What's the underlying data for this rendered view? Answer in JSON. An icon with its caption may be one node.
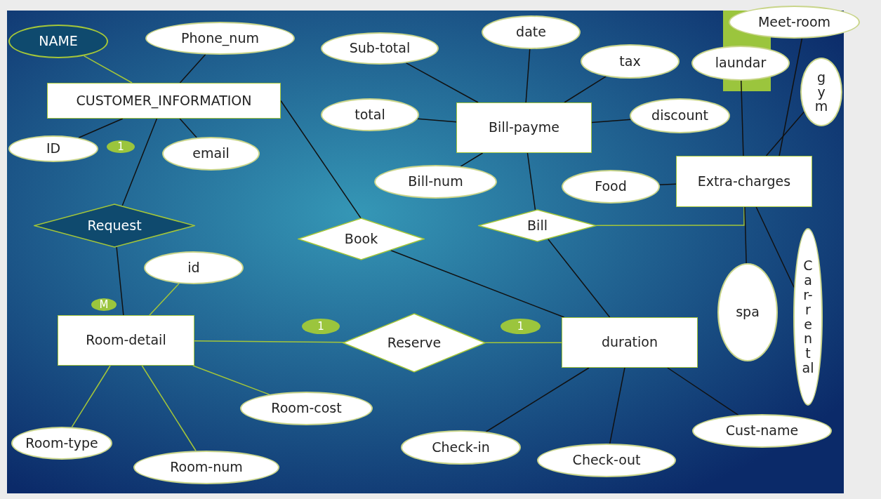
{
  "diagram": {
    "nodes": [
      {
        "text": [
          "NAME"
        ]
      },
      {
        "text": [
          "Phone_num"
        ]
      },
      {
        "text": [
          "CUSTOMER_INFORMATION"
        ]
      },
      {
        "text": [
          "ID"
        ]
      },
      {
        "text": [
          "email"
        ]
      },
      {
        "text": [
          "Sub-total"
        ]
      },
      {
        "text": [
          "date"
        ]
      },
      {
        "text": [
          "tax"
        ]
      },
      {
        "text": [
          "total"
        ]
      },
      {
        "text": [
          "Bill-payme"
        ]
      },
      {
        "text": [
          "discount"
        ]
      },
      {
        "text": [
          "Bill-num"
        ]
      },
      {
        "text": [
          "Food"
        ]
      },
      {
        "text": [
          "Extra-charges"
        ]
      },
      {
        "text": [
          "laundar"
        ]
      },
      {
        "text": [
          "Meet-room"
        ]
      },
      {
        "text": [
          "gym"
        ]
      },
      {
        "text": [
          "Request"
        ]
      },
      {
        "text": [
          "Book"
        ]
      },
      {
        "text": [
          "Bill"
        ]
      },
      {
        "text": [
          "spa"
        ]
      },
      {
        "text": [
          "Car-rental"
        ]
      },
      {
        "text": [
          "id"
        ]
      },
      {
        "text": [
          "Room-detail"
        ]
      },
      {
        "text": [
          "Reserve"
        ]
      },
      {
        "text": [
          "duration"
        ]
      },
      {
        "text": [
          "Room-cost"
        ]
      },
      {
        "text": [
          "Room-type"
        ]
      },
      {
        "text": [
          "Room-num"
        ]
      },
      {
        "text": [
          "Check-in"
        ]
      },
      {
        "text": [
          "Check-out"
        ]
      },
      {
        "text": [
          "Cust-name"
        ]
      }
    ],
    "edges": [
      {
        "from": 0,
        "to": 2,
        "arrow": "none",
        "color": "#a4c639"
      },
      {
        "from": 1,
        "to": 2,
        "arrow": "none"
      },
      {
        "from": 2,
        "to": 3,
        "arrow": "none"
      },
      {
        "from": 2,
        "to": 4,
        "arrow": "none"
      },
      {
        "from": 2,
        "to": 17,
        "arrow": "none"
      },
      {
        "from": 2,
        "to": 18,
        "arrow": "none"
      },
      {
        "from": 5,
        "to": 9,
        "arrow": "none"
      },
      {
        "from": 6,
        "to": 9,
        "arrow": "none"
      },
      {
        "from": 7,
        "to": 9,
        "arrow": "none"
      },
      {
        "from": 8,
        "to": 9,
        "arrow": "none"
      },
      {
        "from": 10,
        "to": 9,
        "arrow": "none"
      },
      {
        "from": 11,
        "to": 9,
        "arrow": "none"
      },
      {
        "from": 9,
        "to": 19,
        "arrow": "none"
      },
      {
        "from": 12,
        "to": 13,
        "arrow": "none"
      },
      {
        "from": 14,
        "to": 13,
        "arrow": "none"
      },
      {
        "from": 15,
        "to": 13,
        "arrow": "none"
      },
      {
        "from": 16,
        "to": 13,
        "arrow": "none"
      },
      {
        "from": 13,
        "to": 19,
        "arrow": "none",
        "color": "#a4c639"
      },
      {
        "from": 13,
        "to": 20,
        "arrow": "none"
      },
      {
        "from": 13,
        "to": 21,
        "arrow": "none"
      },
      {
        "from": 17,
        "to": 23,
        "arrow": "none"
      },
      {
        "from": 22,
        "to": 23,
        "arrow": "none",
        "color": "#a4c639"
      },
      {
        "from": 23,
        "to": 24,
        "arrow": "none",
        "color": "#a4c639"
      },
      {
        "from": 24,
        "to": 25,
        "arrow": "none",
        "color": "#a4c639"
      },
      {
        "from": 18,
        "to": 25,
        "arrow": "none"
      },
      {
        "from": 19,
        "to": 25,
        "arrow": "none"
      },
      {
        "from": 23,
        "to": 26,
        "arrow": "none",
        "color": "#a4c639"
      },
      {
        "from": 23,
        "to": 27,
        "arrow": "none",
        "color": "#a4c639"
      },
      {
        "from": 23,
        "to": 28,
        "arrow": "none",
        "color": "#a4c639"
      },
      {
        "from": 25,
        "to": 29,
        "arrow": "none"
      },
      {
        "from": 25,
        "to": 30,
        "arrow": "none"
      },
      {
        "from": 25,
        "to": 31,
        "arrow": "none"
      }
    ],
    "labels": [
      "1",
      "M",
      "1",
      "1"
    ]
  }
}
